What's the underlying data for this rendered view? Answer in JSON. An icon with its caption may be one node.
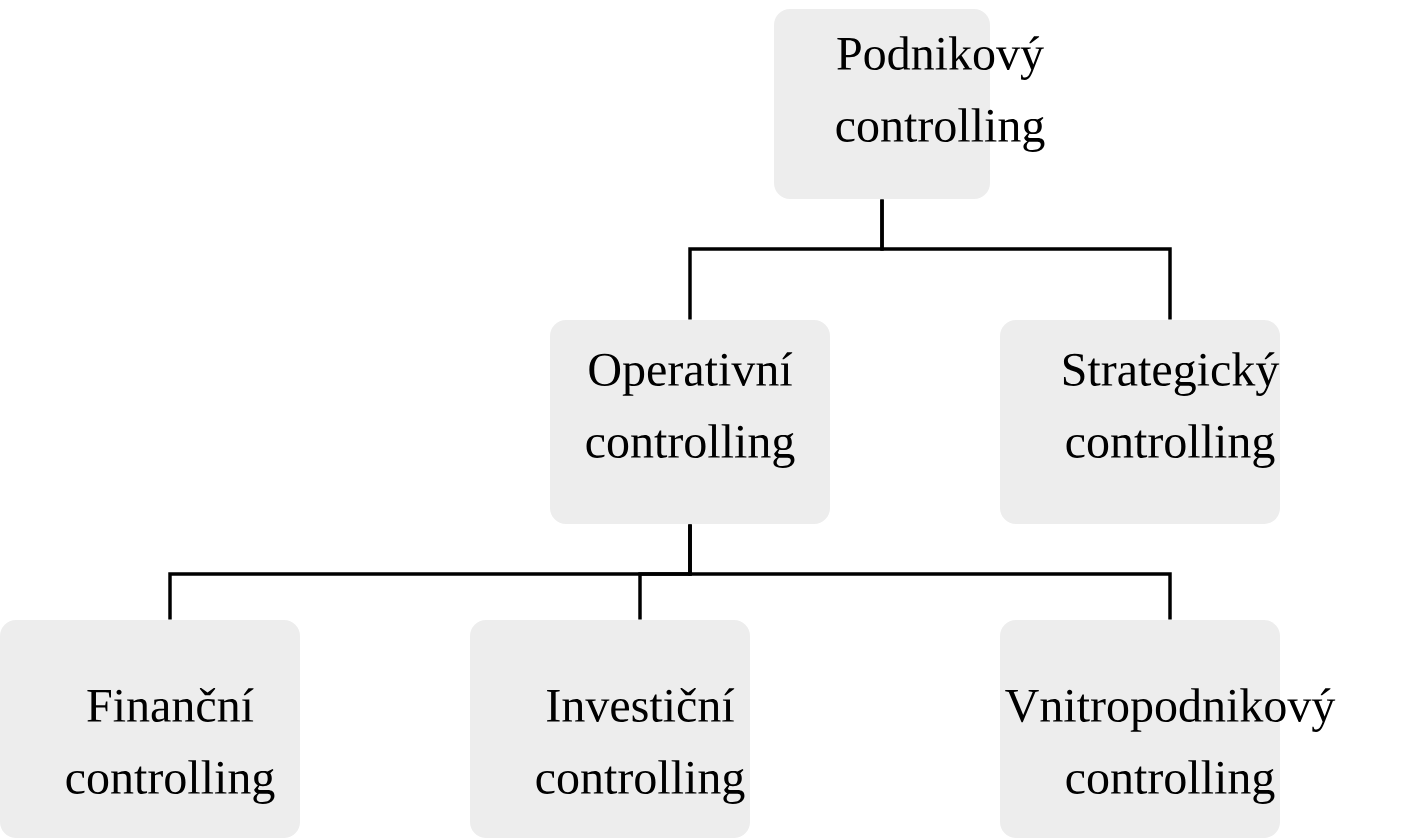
{
  "diagram": {
    "nodes": [
      {
        "text": [
          "Podnikový controlling"
        ]
      },
      {
        "text": [
          "Operativní controlling"
        ]
      },
      {
        "text": [
          "Strategický controlling"
        ]
      },
      {
        "text": [
          "Finanční controlling"
        ]
      },
      {
        "text": [
          "Investiční controlling"
        ]
      },
      {
        "text": [
          "Vnitropodnikový controlling"
        ]
      }
    ],
    "edges": [
      {
        "from": 0,
        "to": 1,
        "arrow": "none"
      },
      {
        "from": 0,
        "to": 2,
        "arrow": "none"
      },
      {
        "from": 1,
        "to": 3,
        "arrow": "none"
      },
      {
        "from": 1,
        "to": 4,
        "arrow": "none"
      },
      {
        "from": 1,
        "to": 5,
        "arrow": "none"
      }
    ]
  }
}
